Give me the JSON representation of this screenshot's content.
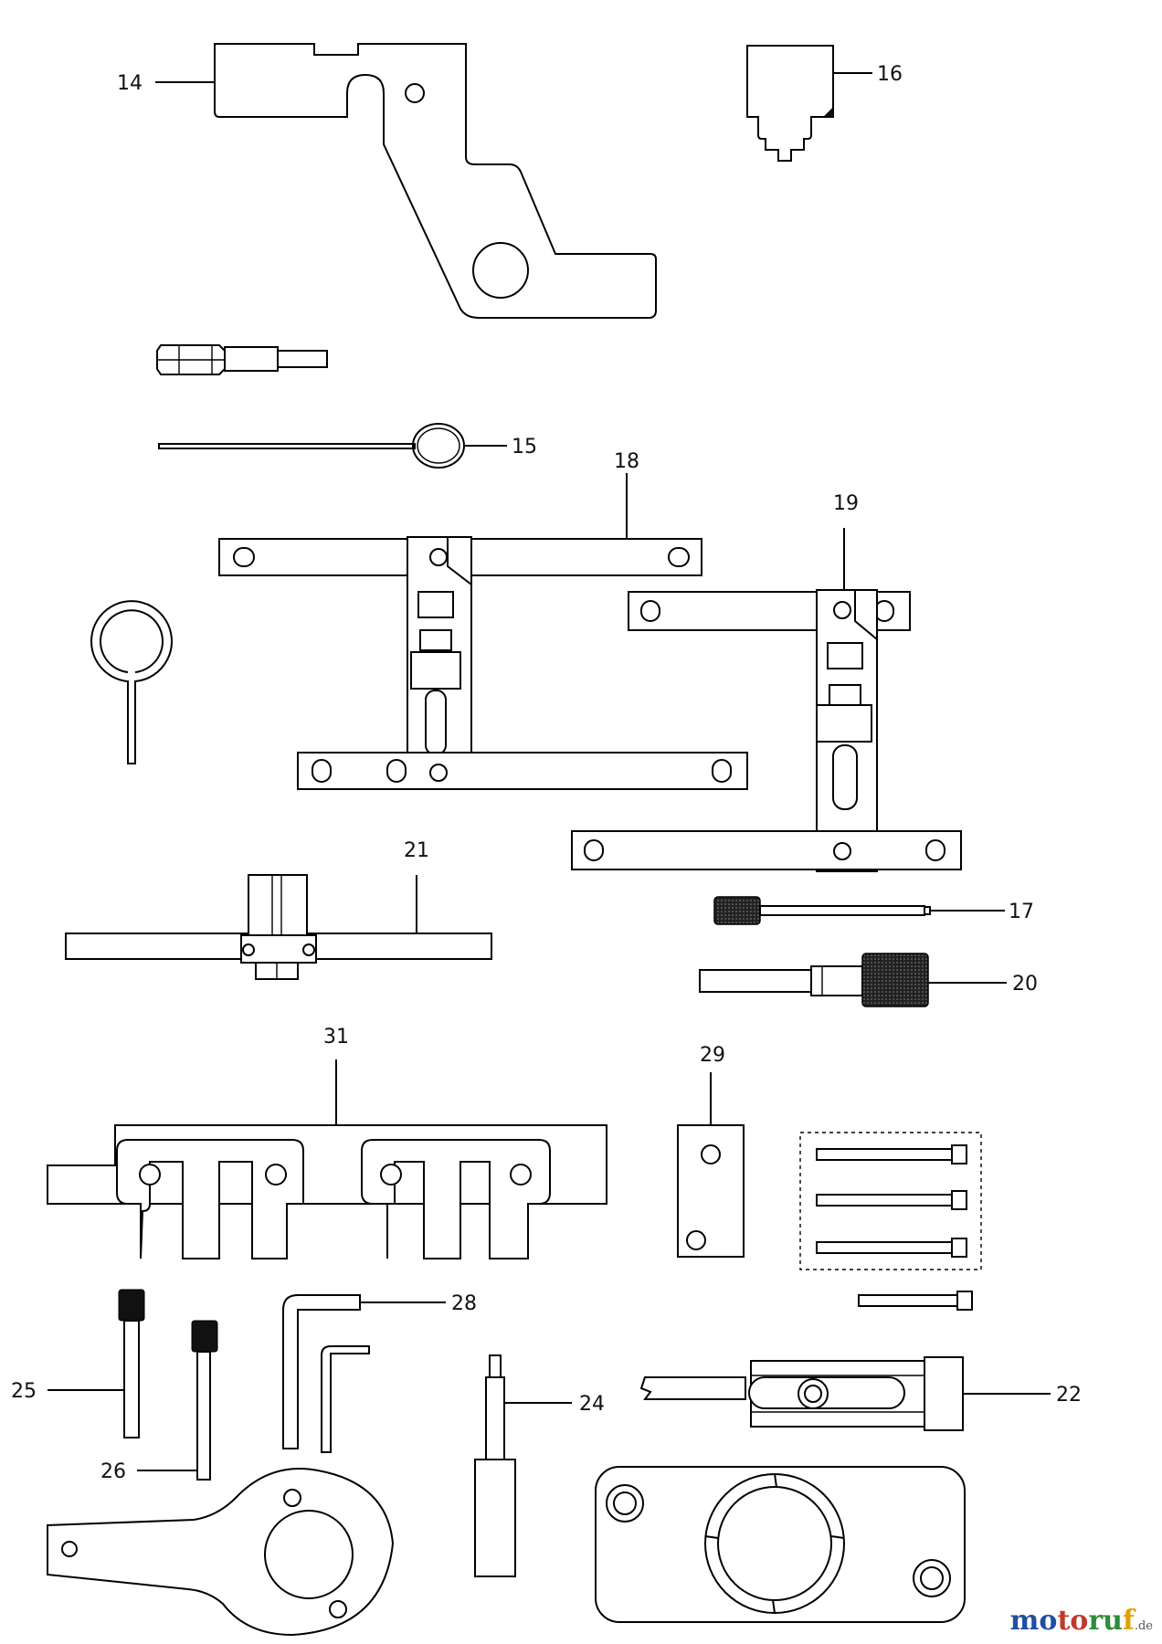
{
  "callouts": {
    "c14": "14",
    "c15": "15",
    "c16": "16",
    "c17": "17",
    "c18": "18",
    "c19": "19",
    "c20": "20",
    "c21": "21",
    "c22": "22",
    "c24": "24",
    "c25": "25",
    "c26": "26",
    "c28": "28",
    "c29": "29",
    "c31": "31"
  },
  "watermark": {
    "part1": "mo",
    "part2": "to",
    "part3": "ru",
    "part4": "f",
    "suffix": ".de"
  },
  "colors": {
    "line": "#000000",
    "background": "#ffffff",
    "knurl": "#111111"
  }
}
